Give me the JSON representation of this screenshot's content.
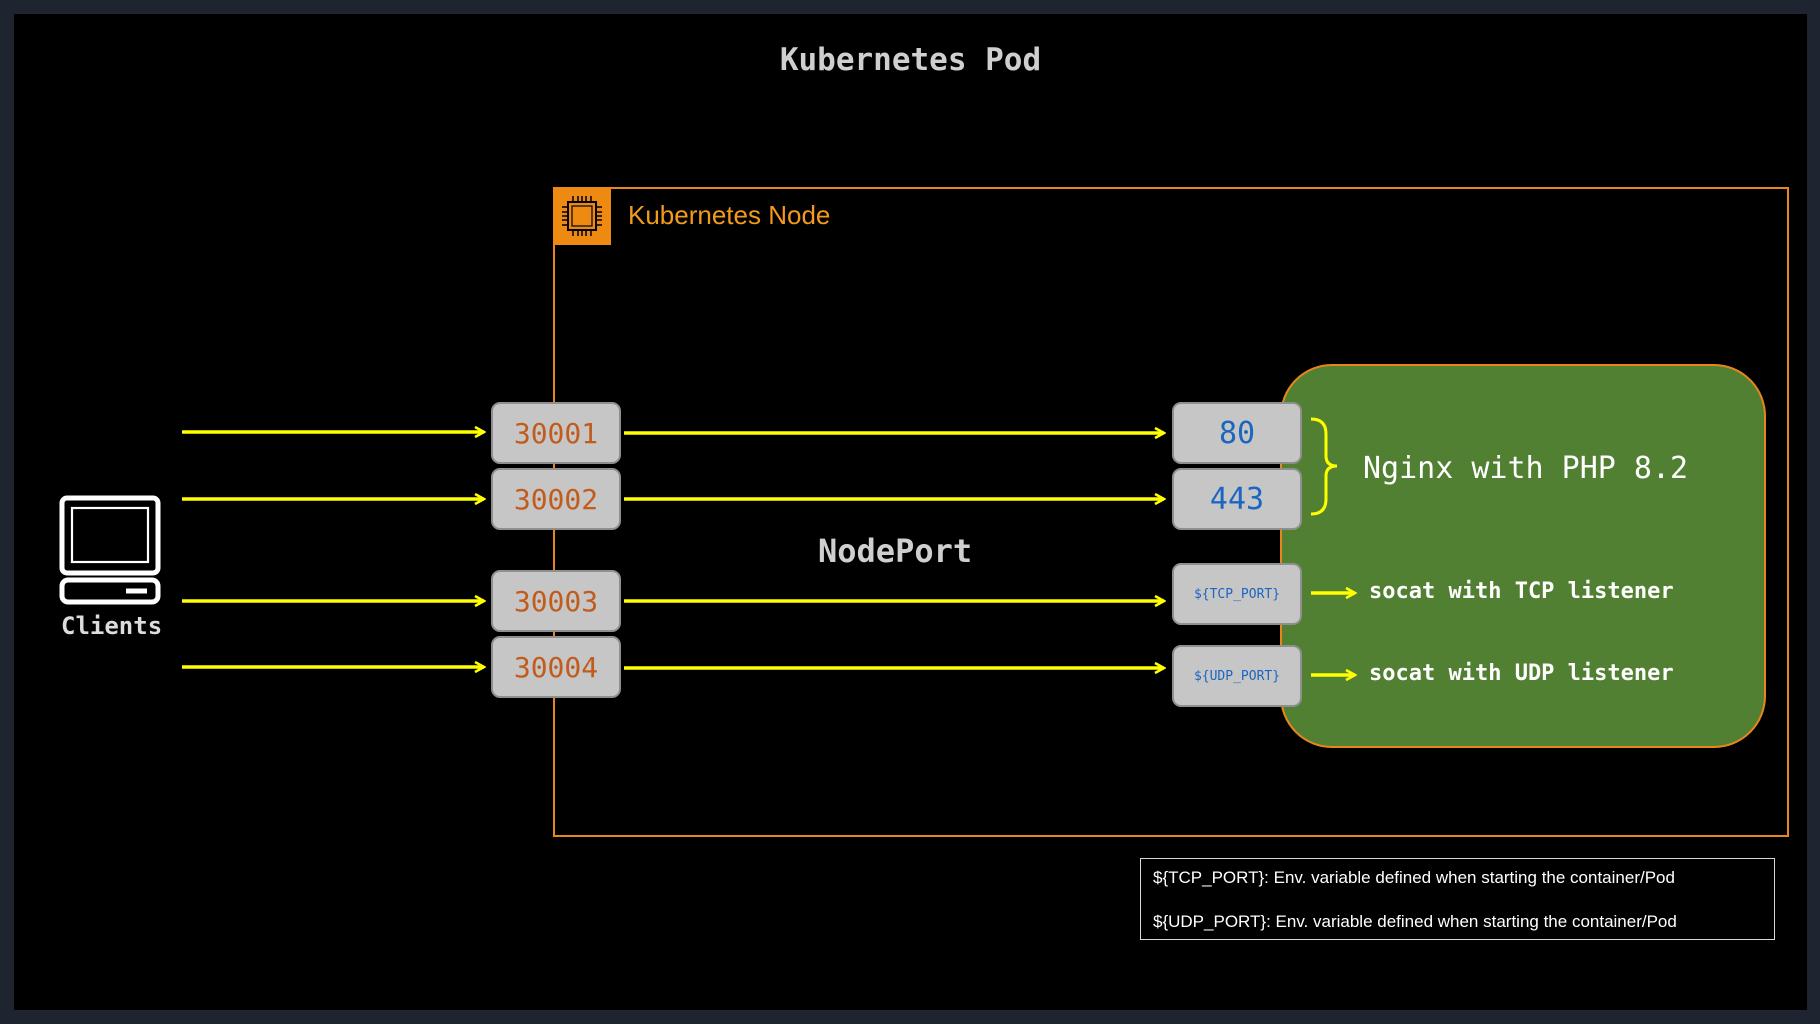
{
  "title": "Kubernetes Pod",
  "node": {
    "label": "Kubernetes Node",
    "icon": "cpu-chip-icon"
  },
  "clients": {
    "label": "Clients",
    "icon": "laptop-icon"
  },
  "nodeport": {
    "label": "NodePort",
    "ports": [
      "30001",
      "30002",
      "30003",
      "30004"
    ]
  },
  "container": {
    "ports": [
      "80",
      "443",
      "${TCP_PORT}",
      "${UDP_PORT}"
    ],
    "nginx_label": "Nginx with PHP 8.2",
    "socat_tcp_label": "socat with TCP listener",
    "socat_udp_label": "socat with UDP listener"
  },
  "legend": {
    "tcp": "${TCP_PORT}: Env. variable defined when starting the container/Pod",
    "udp": "${UDP_PORT}: Env. variable defined when starting the container/Pod"
  },
  "colors": {
    "arrow": "#ffff00",
    "node_border": "#e8861c",
    "app_fill": "#528033",
    "nodeport_text": "#c15c1c",
    "container_port_text": "#1a66c0"
  }
}
